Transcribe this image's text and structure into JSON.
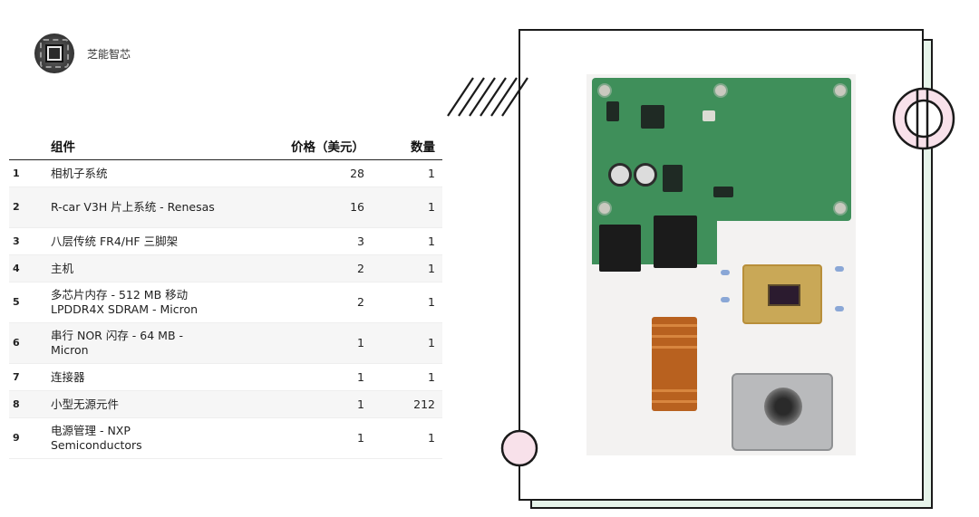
{
  "brand": {
    "name": "芝能智芯",
    "avatar_icon": "chip-icon"
  },
  "table": {
    "headers": {
      "index": "",
      "component": "组件",
      "price": "价格（美元）",
      "qty": "数量"
    },
    "rows": [
      {
        "index": "1",
        "component": "相机子系统",
        "price": "28",
        "qty": "1"
      },
      {
        "index": "2",
        "component": "R-car V3H 片上系统 - Renesas",
        "price": "16",
        "qty": "1"
      },
      {
        "index": "3",
        "component": "八层传统 FR4/HF 三脚架",
        "price": "3",
        "qty": "1"
      },
      {
        "index": "4",
        "component": "主机",
        "price": "2",
        "qty": "1"
      },
      {
        "index": "5",
        "component": "多芯片内存 - 512 MB 移动 LPDDR4X SDRAM - Micron",
        "price": "2",
        "qty": "1"
      },
      {
        "index": "6",
        "component": "串行 NOR 闪存 - 64 MB - Micron",
        "price": "1",
        "qty": "1"
      },
      {
        "index": "7",
        "component": "连接器",
        "price": "1",
        "qty": "1"
      },
      {
        "index": "8",
        "component": "小型无源元件",
        "price": "1",
        "qty": "212"
      },
      {
        "index": "9",
        "component": "电源管理 - NXP Semiconductors",
        "price": "1",
        "qty": "1"
      }
    ]
  },
  "colors": {
    "frame_shadow": "#e6f4ea",
    "ring_fill": "#f8e1ea",
    "rule": "#222222"
  }
}
